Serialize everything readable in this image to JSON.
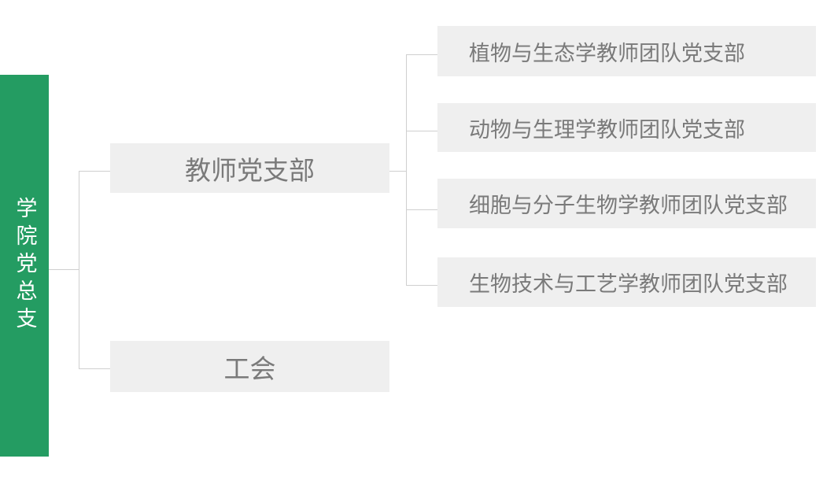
{
  "org_chart": {
    "root": {
      "label": "学院党总支"
    },
    "branches": [
      {
        "label": "教师党支部"
      },
      {
        "label": "工会"
      }
    ],
    "teacher_sub_branches": [
      {
        "label": "植物与生态学教师团队党支部"
      },
      {
        "label": "动物与生理学教师团队党支部"
      },
      {
        "label": "细胞与分子生物学教师团队党支部"
      },
      {
        "label": "生物技术与工艺学教师团队党支部"
      }
    ],
    "colors": {
      "root_bg": "#249c62",
      "root_text": "#ffffff",
      "node_bg": "#efefef",
      "node_text": "#7a7a7a",
      "connector": "#cfcfcf",
      "background": "#ffffff"
    }
  }
}
